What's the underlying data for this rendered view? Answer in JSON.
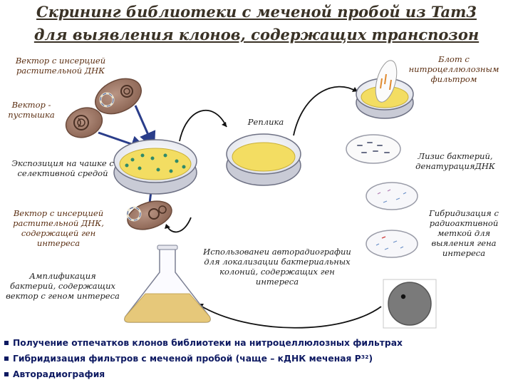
{
  "title": {
    "line1": "Скрининг библиотеки с меченой пробой из Tam3",
    "line2": "для выявления клонов, содержащих транспозон"
  },
  "labels": {
    "vector_insert_plant": "Вектор с инсерцией растительной ДНК",
    "vector_empty": "Вектор - пустышка",
    "exposure_selective": "Экспозиция на чашке с селективной средой",
    "vector_insert_gene": "Вектор с инсерцией растительной ДНК, содержащей ген интереса",
    "amplification": "Амплификация бактерий, содержащих вектор с геном интереса",
    "replica": "Реплика",
    "blot": "Блот с нитроцеллюлозным фильтром",
    "lysis": "Лизис бактерий, денатурацияДНК",
    "hybridization": "Гибридизация с радиоактивной меткой для выяления гена интереса",
    "autoradiography": "Использованеи авторадиографии для локализации бактериальных колоний, содержащих ген интереса"
  },
  "bullets": [
    "Получение отпечатков клонов библиотеки на нитроцеллюлозных фильтрах",
    "Гибридизация фильтров с меченой пробой (чаще – кДНК меченая P³²)",
    "Авторадиография"
  ],
  "colors": {
    "label_brown": "#5a2d10",
    "bullet_blue": "#0e1a62",
    "agar_yellow": "#f3dd62",
    "cell_brown": "#9a7462",
    "arrow_blue": "#2a3d8a"
  }
}
